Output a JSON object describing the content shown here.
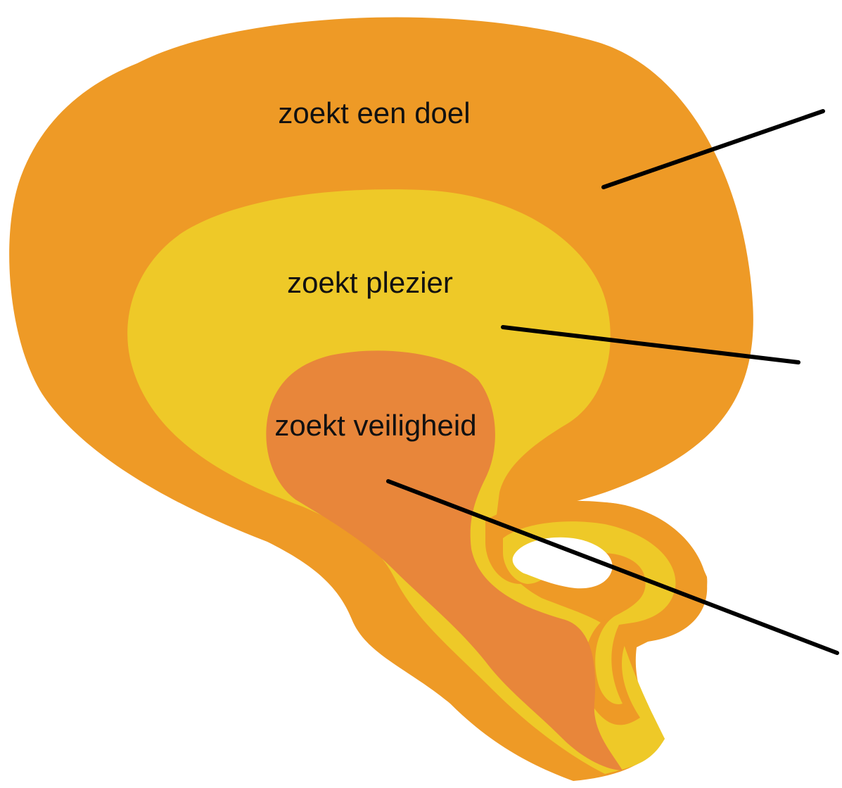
{
  "diagram": {
    "colors": {
      "outer": "#EE9A26",
      "middle": "#EEC928",
      "inner": "#E8863A",
      "hollow": "#FFFFFF",
      "leader": "#000000",
      "text": "#111111"
    },
    "labels": {
      "outer": "zoekt een doel",
      "middle": "zoekt plezier",
      "inner": "zoekt veiligheid"
    }
  }
}
